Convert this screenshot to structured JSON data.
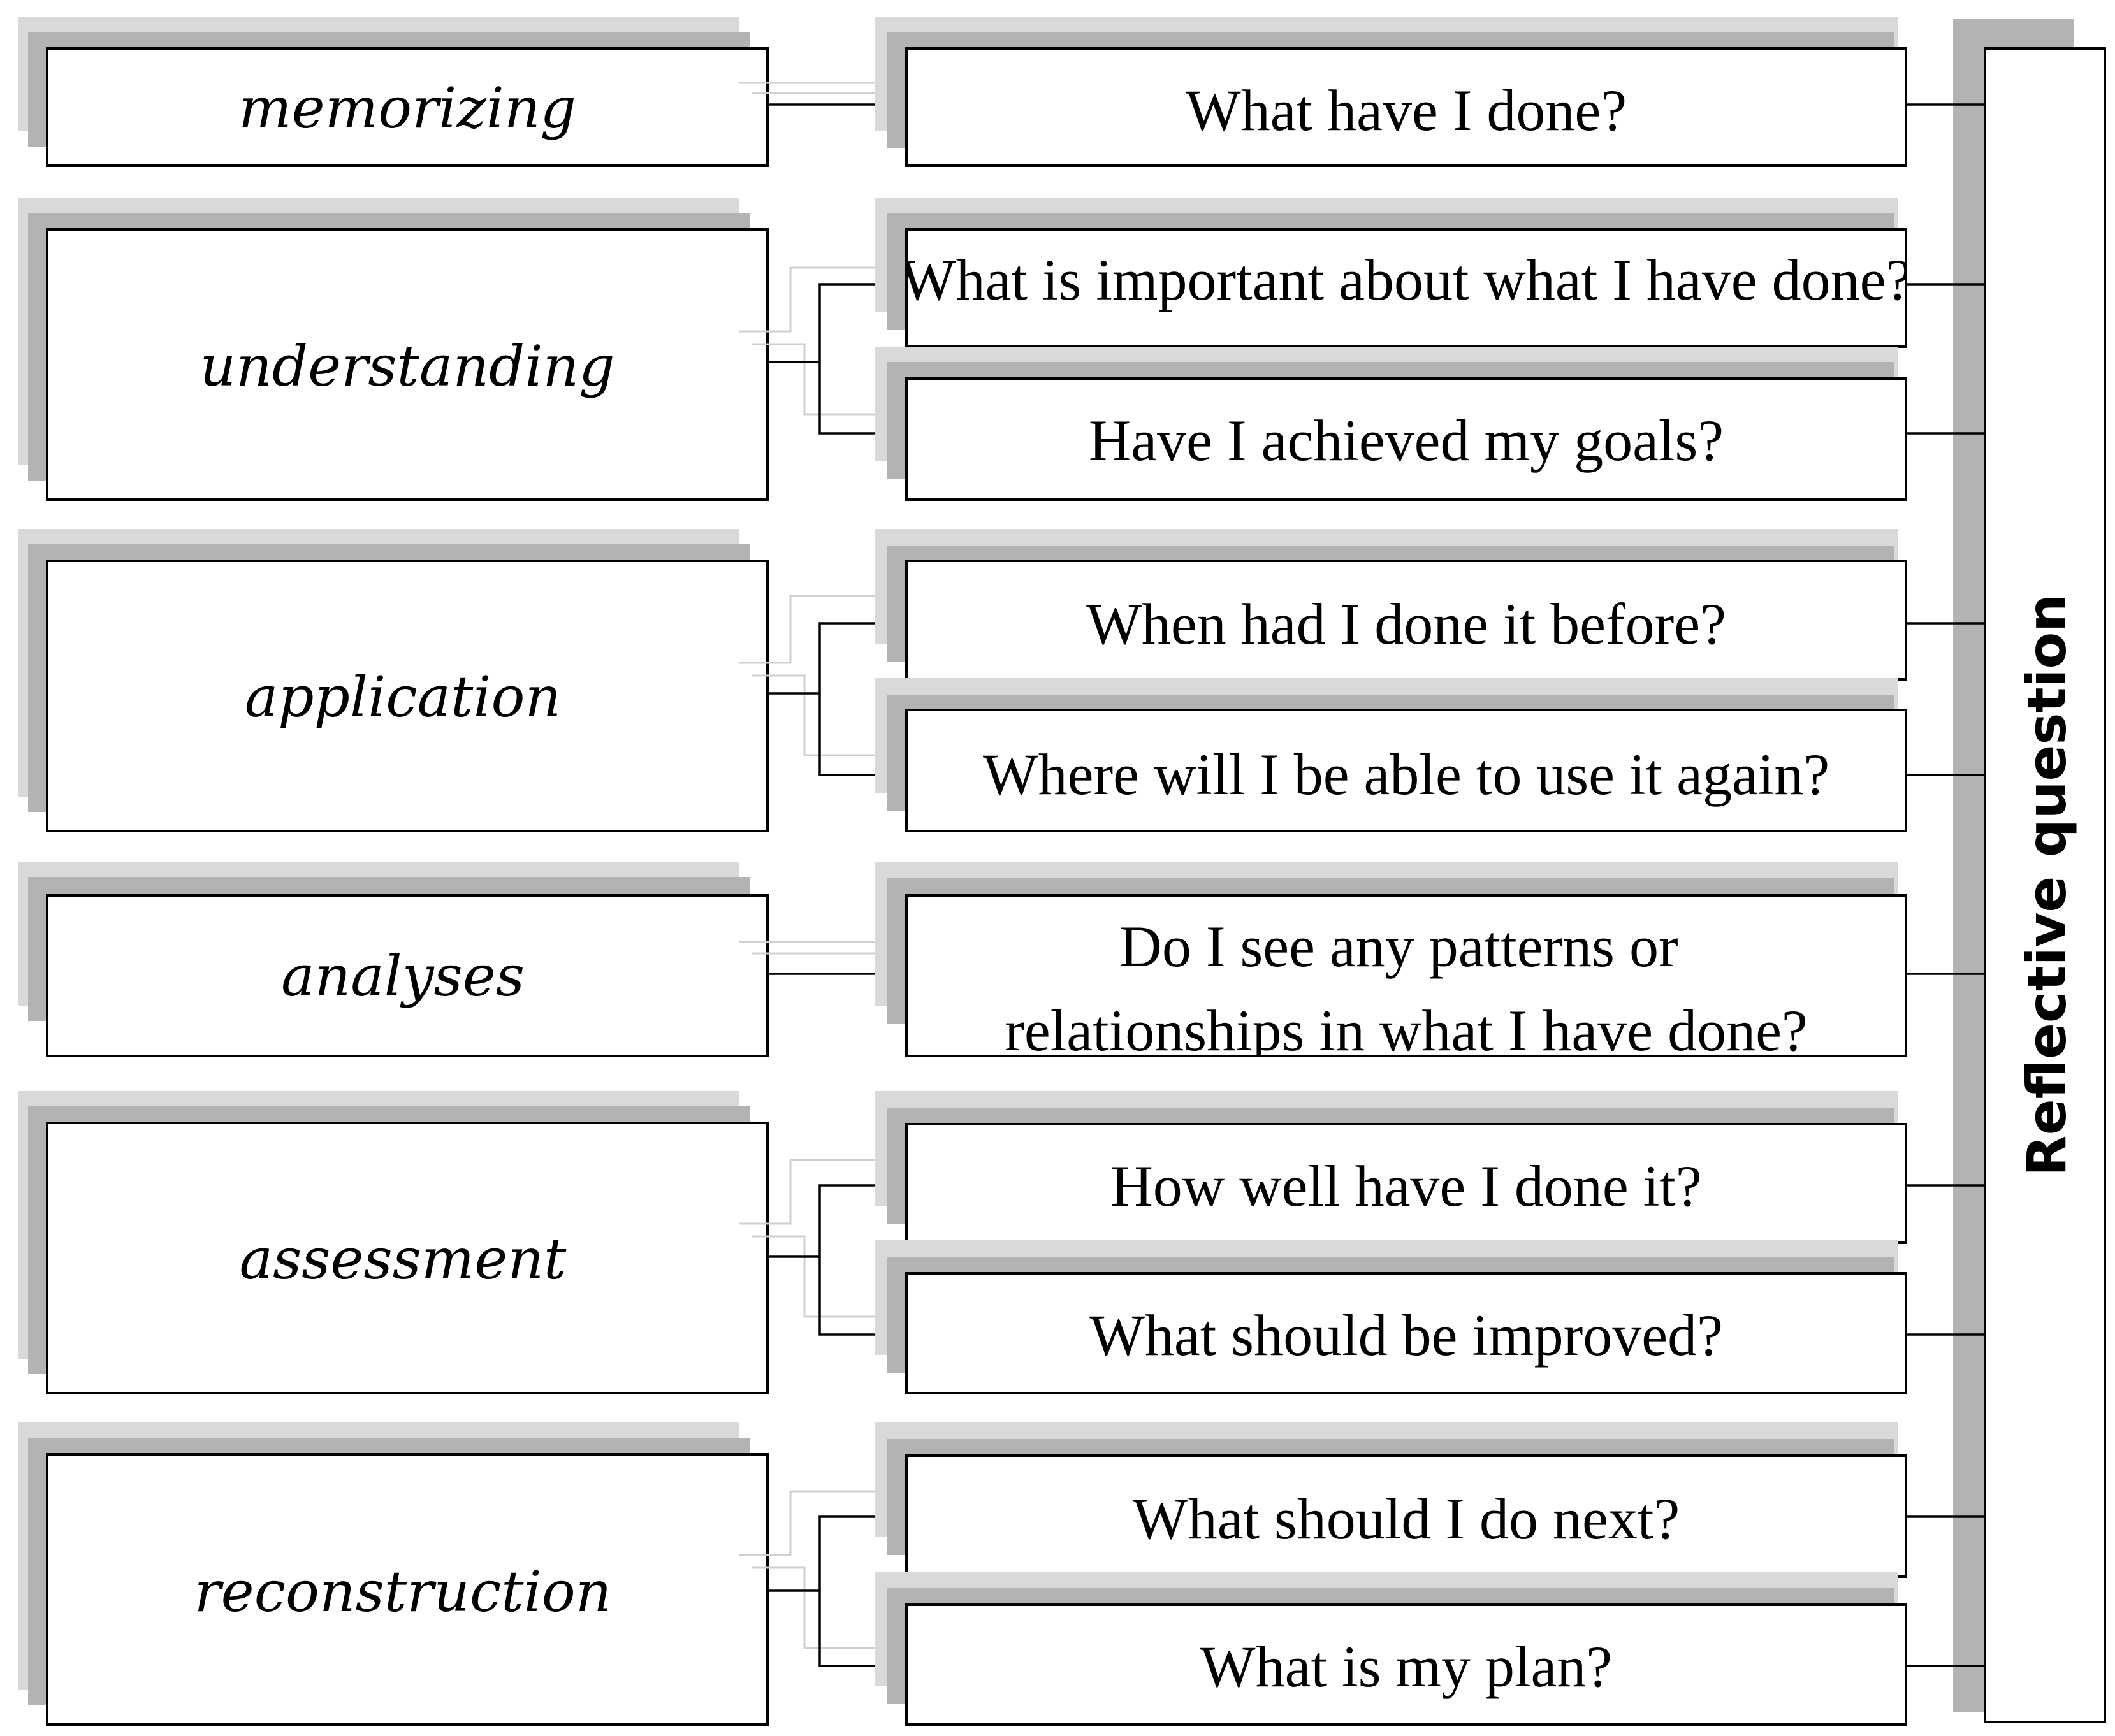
{
  "title": "Reflective question",
  "levels": [
    {
      "label": "memorizing",
      "questions": [
        "What have I done?"
      ]
    },
    {
      "label": "understanding",
      "questions": [
        "What is important about what I have done?",
        "Have I achieved my goals?"
      ]
    },
    {
      "label": "application",
      "questions": [
        "When had I done it before?",
        "Where will I be able to use it again?"
      ]
    },
    {
      "label": "analyses",
      "questions": [
        "Do I see any patterns or relationships in what I have done?"
      ]
    },
    {
      "label": "assessment",
      "questions": [
        "How well have I done it?",
        "What should be improved?"
      ]
    },
    {
      "label": "reconstruction",
      "questions": [
        "What should I do next?",
        "What is my plan?"
      ]
    }
  ]
}
